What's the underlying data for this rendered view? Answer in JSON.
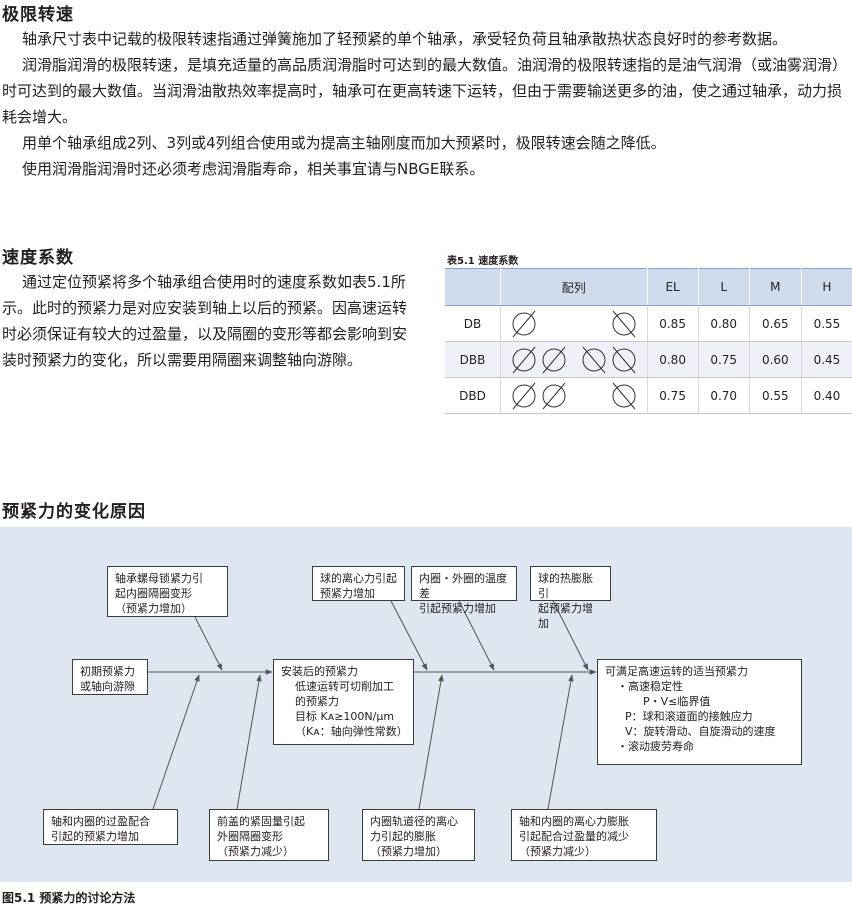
{
  "section1": {
    "title": "极限转速",
    "paragraphs": [
      "轴承尺寸表中记载的极限转速指通过弹簧施加了轻预紧的单个轴承，承受轻负荷且轴承散热状态良好时的参考数据。",
      "润滑脂润滑的极限转速，是填充适量的高品质润滑脂时可达到的最大数值。油润滑的极限转速指的是油气润滑（或油雾润滑）时可达到的最大数值。当润滑油散热效率提高时，轴承可在更高转速下运转，但由于需要输送更多的油，使之通过轴承，动力损耗会增大。",
      "用单个轴承组成2列、3列或4列组合使用或为提高主轴刚度而加大预紧时，极限转速会随之降低。",
      "使用润滑脂润滑时还必须考虑润滑脂寿命，相关事宜请与NBGE联系。"
    ]
  },
  "section2": {
    "title": "速度系数",
    "paragraph": "通过定位预紧将多个轴承组合使用时的速度系数如表5.1所示。此时的预紧力是对应安装到轴上以后的预紧。因高速运转时必须保证有较大的过盈量，以及隔圈的变形等都会影响到安装时预紧力的变化，所以需要用隔圈来调整轴向游隙。"
  },
  "table": {
    "title": "表5.1  速度系数",
    "headers": [
      "配列",
      "EL",
      "L",
      "M",
      "H"
    ],
    "rows": [
      {
        "name": "DB",
        "values": [
          "0.85",
          "0.80",
          "0.65",
          "0.55"
        ],
        "left": [
          "slash"
        ],
        "right": [
          "back"
        ]
      },
      {
        "name": "DBB",
        "values": [
          "0.80",
          "0.75",
          "0.60",
          "0.45"
        ],
        "left": [
          "slash",
          "slash"
        ],
        "right": [
          "back",
          "back"
        ]
      },
      {
        "name": "DBD",
        "values": [
          "0.75",
          "0.70",
          "0.55",
          "0.40"
        ],
        "left": [
          "slash",
          "slash"
        ],
        "right": [
          "back"
        ]
      }
    ]
  },
  "section3": {
    "title": "预紧力的变化原因"
  },
  "diagram": {
    "boxes": {
      "b_nut": "轴承螺母锁紧力引\n起内圈隔圈变形\n（预紧力增加）",
      "b_ball": "球的离心力引起\n预紧力增加",
      "b_temp": "内圈・外圈的温度差\n引起预紧力增加",
      "b_thermal": "球的热膨胀引\n起预紧力增加",
      "b_initial": "初期预紧力\n或轴向游隙",
      "b_mounted_title": "安装后的预紧力",
      "b_mounted_l2": "低速运转可切削加工",
      "b_mounted_l3": "的预紧力",
      "b_mounted_l4": "目标 Kᴀ≥100N/μm",
      "b_mounted_l5": "（Kᴀ：轴向弹性常数）",
      "b_result_title": "可满足高速运转的适当预紧力",
      "b_result_l2": "・高速稳定性",
      "b_result_l3": "P・V≤临界值",
      "b_result_l4": "P：球和滚道面的接触应力",
      "b_result_l5": "V：旋转滑动、自旋滑动的速度",
      "b_result_l6": "・滚动疲劳寿命",
      "b_interf": "轴和内圈的过盈配合\n引起的预紧力增加",
      "b_cover": "前盖的紧固量引起\n外圈隔圈变形\n（预紧力减少）",
      "b_raceway": "内圈轨道径的离心\n力引起的膨胀\n（预紧力增加）",
      "b_shaftcent": "轴和内圈的离心力膨胀\n引起配合过盈量的减少\n（预紧力减少）"
    },
    "caption": "图5.1  预紧力的讨论方法",
    "colors": {
      "background": "#dde6f1",
      "line": "#555555"
    }
  }
}
